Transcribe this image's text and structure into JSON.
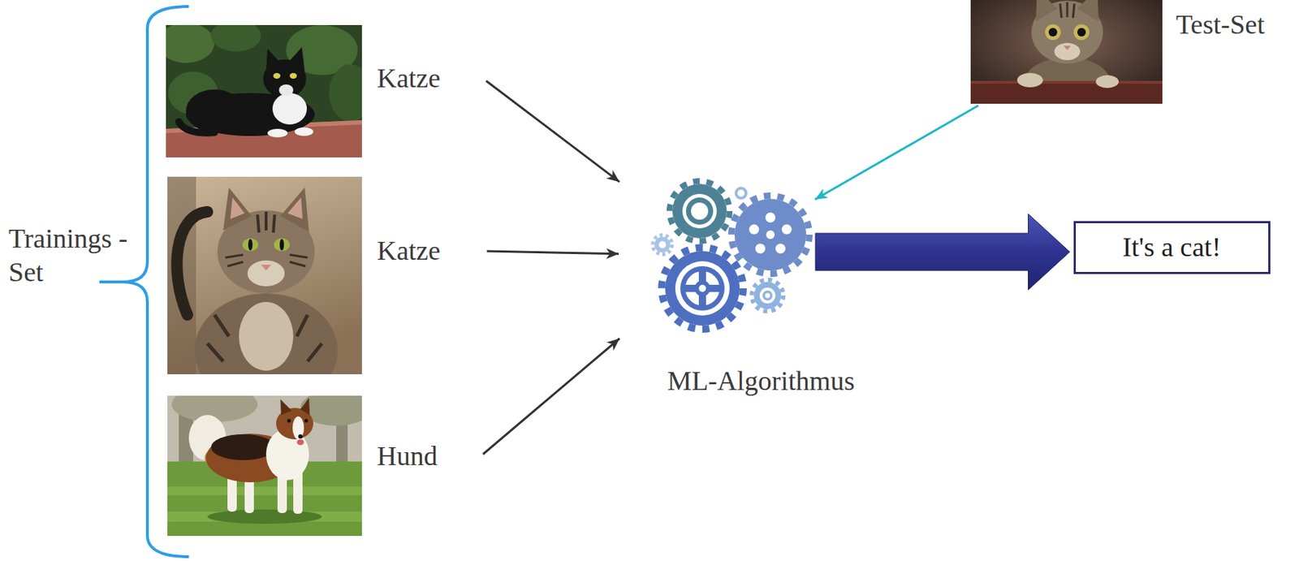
{
  "diagram": {
    "nodes": [
      {
        "text": [
          "Katze"
        ]
      },
      {
        "text": [
          "Katze"
        ]
      },
      {
        "text": [
          "Hund"
        ]
      },
      {
        "text": [
          "ML-Algorithmus"
        ]
      },
      {
        "text": [
          "Test-Set"
        ]
      },
      {
        "text": [
          "It's a cat!"
        ]
      }
    ],
    "edges": [
      {
        "from": 0,
        "to": 3,
        "arrow": "to"
      },
      {
        "from": 1,
        "to": 3,
        "arrow": "to"
      },
      {
        "from": 2,
        "to": 3,
        "arrow": "to"
      },
      {
        "from": 3,
        "to": 5,
        "arrow": "to"
      },
      {
        "from": 4,
        "to": 3,
        "arrow": "to"
      }
    ],
    "labels": [
      "Trainings -Set"
    ]
  }
}
